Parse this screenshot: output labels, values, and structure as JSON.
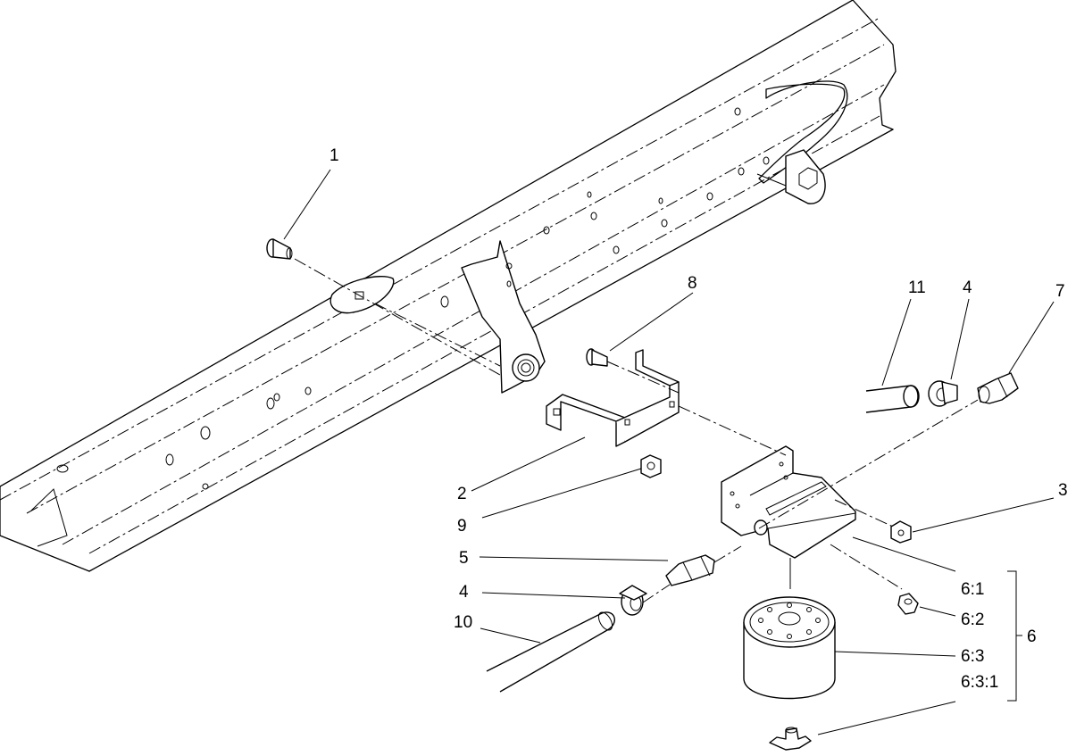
{
  "callouts": {
    "c1": "1",
    "c2": "2",
    "c3": "3",
    "c4a": "4",
    "c4b": "4",
    "c5": "5",
    "c6": "6",
    "c6_1": "6:1",
    "c6_2": "6:2",
    "c6_3": "6:3",
    "c6_3_1": "6:3:1",
    "c7": "7",
    "c8": "8",
    "c9": "9",
    "c10": "10",
    "c11": "11"
  }
}
